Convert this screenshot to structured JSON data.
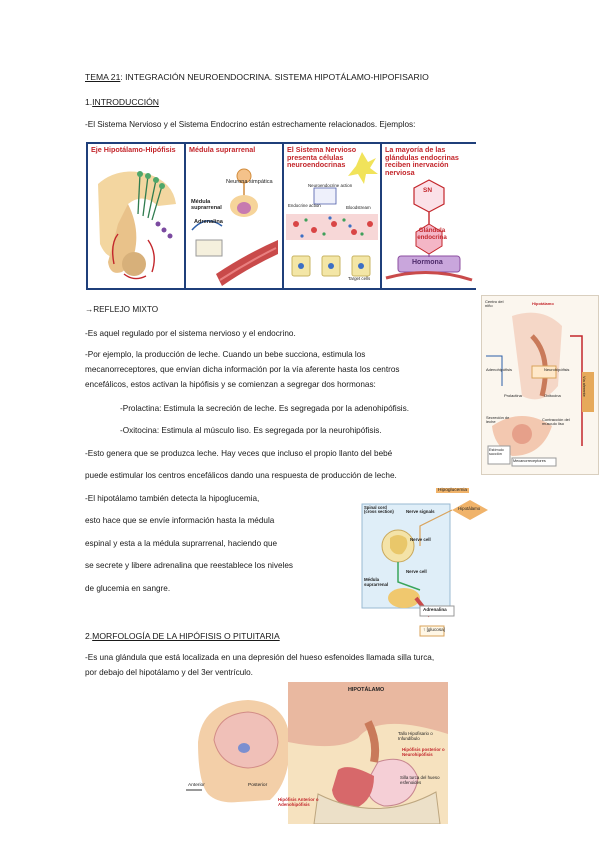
{
  "doc": {
    "title_prefix": "TEMA 21",
    "title_rest": ": INTEGRACIÓN NEUROENDOCRINA. SISTEMA HIPOTÁLAMO-HIPOFISARIO",
    "s1_number": "1.",
    "s1_heading": "INTRODUCCIÓN",
    "intro": "-El Sistema Nervioso y el Sistema Endocrino están estrechamente relacionados. Ejemplos:",
    "reflejo": "→REFLEJO MIXTO",
    "p1": "-Es aquel regulado por el sistema nervioso y el endocrino.",
    "p2_l1": "-Por ejemplo, la producción de leche. Cuando un bebe succiona, estimula los",
    "p2_l2": "mecanorreceptores, que envían dicha información por la vía aferente hasta los centros",
    "p2_l3": "encefálicos, estos activan la hipófisis y se comienzan a segregar dos hormonas:",
    "prolactina": "-Prolactina: Estimula la secreción de leche. Es segregada por la adenohipófisis.",
    "oxitocina": "-Oxitocina: Estimula al músculo liso. Es segregada por la neurohipófisis.",
    "p3_l1": "-Esto genera que se produzca leche. Hay veces que incluso el propio llanto del bebé",
    "p3_l2": "puede estimular los centros encefálicos dando una respuesta de producción de leche.",
    "p4_l1": "-El hipotálamo también detecta la hipoglucemia,",
    "p4_l2": "esto hace que se envíe información hasta la médula",
    "p4_l3": "espinal y esta a la médula suprarrenal, haciendo que",
    "p4_l4": "se secrete y libere adrenalina que reestablece los niveles",
    "p4_l5": "de glucemia en sangre.",
    "s2_number": "2.",
    "s2_heading": "MORFOLOGÍA DE LA HIPÓFISIS O PITUITARIA",
    "s2_p_l1": "-Es una glándula que está localizada en una depresión del hueso esfenoides llamada silla turca,",
    "s2_p_l2": "por debajo del hipotálamo y del 3er ventrículo."
  },
  "figure1": {
    "panel1_title": "Eje Hipotálamo-Hipófisis",
    "panel2_title": "Médula suprarrenal",
    "panel2_labels": [
      "Neurona simpática",
      "Médula suprarrenal",
      "Adrenalina"
    ],
    "panel3_title": "El Sistema Nervioso presenta células neuroendocrinas",
    "panel3_labels": [
      "Neuroendocrine action",
      "Endocrine action",
      "Bloodstream",
      "Target cells"
    ],
    "panel4_title": "La mayoría de las glándulas endocrinas reciben inervación nerviosa",
    "panel4_labels": [
      "SN",
      "Glándula endocrina",
      "Hormona"
    ]
  },
  "figure2": {
    "labels": [
      "Centro del niño",
      "Hipotálamo",
      "Neurohipófisis",
      "Adenohipófisis",
      "Prolactina",
      "Oxitocina",
      "Secreción de leche",
      "Contracción del músculo liso",
      "Estímulo succión",
      "Mecanorreceptores",
      "Vía aferente"
    ]
  },
  "figure3": {
    "labels": [
      "Hipoglucemia",
      "Hipotálamo",
      "Nerve signals",
      "Spinal cord (cross section)",
      "Nerve cell",
      "Nerve cell",
      "Médula suprarrenal",
      "Adrenalina",
      "↑ [glucosa]"
    ]
  },
  "figure4": {
    "labels": [
      "HIPOTÁLAMO",
      "Tallo Hipofisario o Infundíbulo",
      "Hipófisis posterior o Neurohipófisis",
      "Silla turca del hueso esfenoides",
      "Hipófisis Anterior o Adenohipófisis",
      "Anterior",
      "Posterior"
    ]
  },
  "colors": {
    "panel_border": "#1f3f7a",
    "title_red": "#c3262b",
    "hormone_purple": "#8c4fa0",
    "pink": "#f2a5b8",
    "orange": "#f0b36a"
  }
}
